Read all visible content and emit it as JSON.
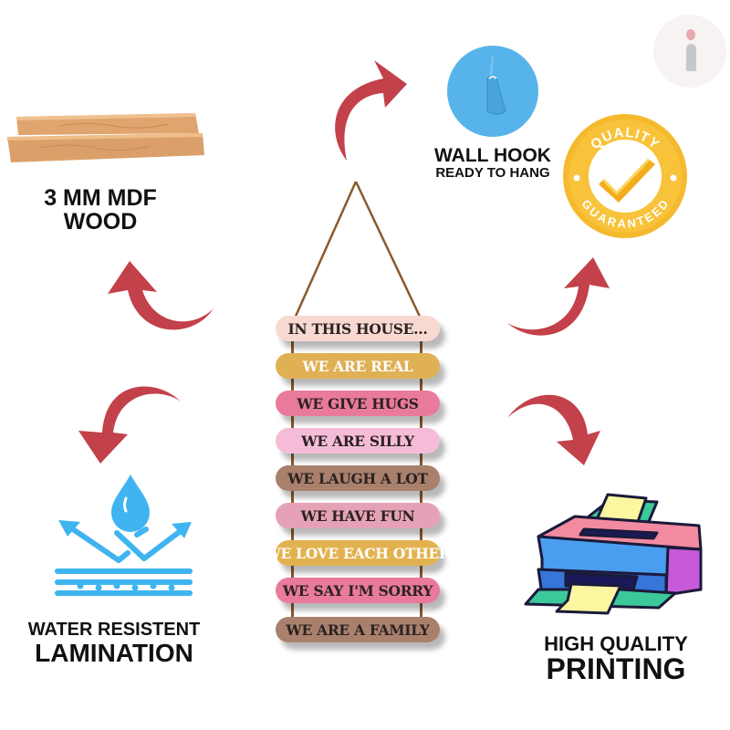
{
  "features": {
    "wood": {
      "line1": "3 MM MDF",
      "line2": "WOOD",
      "icon": "wood-planks-icon"
    },
    "hook": {
      "title": "WALL HOOK",
      "subtitle": "READY TO HANG",
      "icon": "wall-hook-icon"
    },
    "quality": {
      "top_text": "QUALITY",
      "bottom_text": "GUARANTEED",
      "icon": "quality-badge-icon"
    },
    "water": {
      "line1": "WATER RESISTENT",
      "line2": "LAMINATION",
      "icon": "water-drop-icon"
    },
    "printing": {
      "line1": "HIGH QUALITY",
      "line2": "PRINTING",
      "icon": "printer-icon"
    }
  },
  "sign": {
    "planks": [
      {
        "text": "IN THIS HOUSE...",
        "bg": "#f8d9d2",
        "fg": "#2b2222"
      },
      {
        "text": "WE ARE REAL",
        "bg": "#dfb054",
        "fg": "#ffffff"
      },
      {
        "text": "WE GIVE HUGS",
        "bg": "#ea7a9c",
        "fg": "#2b2222"
      },
      {
        "text": "WE ARE SILLY",
        "bg": "#f5bcd8",
        "fg": "#2b2222"
      },
      {
        "text": "WE LAUGH A LOT",
        "bg": "#a9806c",
        "fg": "#2b2222"
      },
      {
        "text": "WE HAVE FUN",
        "bg": "#e5a2b6",
        "fg": "#2b2222"
      },
      {
        "text": "WE LOVE EACH OTHER",
        "bg": "#e3b250",
        "fg": "#ffffff"
      },
      {
        "text": "WE SAY I'M SORRY",
        "bg": "#ea7a9c",
        "fg": "#2b2222"
      },
      {
        "text": "WE ARE A FAMILY",
        "bg": "#a9806c",
        "fg": "#2b2222"
      }
    ]
  },
  "colors": {
    "arrow": "#c3414a",
    "water_blue": "#3fb4f0",
    "badge_gold": "#f5b92e",
    "hook_blue": "#57b4ea",
    "rope": "#8a5a2b"
  },
  "watermark": {
    "icon": "brand-i-logo-icon"
  }
}
